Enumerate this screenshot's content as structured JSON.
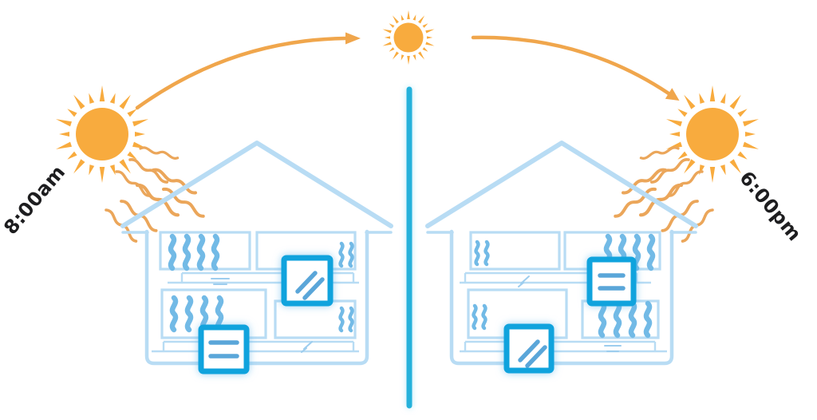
{
  "labels": {
    "morning_time": "8:00am",
    "evening_time": "6:00pm"
  },
  "icons": [
    "sun-icon",
    "sun-path-arrow-icon",
    "sun-heat-wave-icon",
    "house-cross-section-icon",
    "room-heat-wave-icon",
    "window-icon",
    "vent-icon",
    "divider-line"
  ],
  "colors": {
    "background": "#FFFFFF",
    "sun": "#F8AB3E",
    "sun_wave": "#EBA65A",
    "arrow": "#F0A64C",
    "house": "#B8DCF4",
    "wave": "#72BAE6",
    "box": "#10A3DD",
    "boxline": "#5AA6D9",
    "divider": "#24B1DB",
    "mark": "#9DCDEE",
    "text": "#1D1D1F"
  }
}
